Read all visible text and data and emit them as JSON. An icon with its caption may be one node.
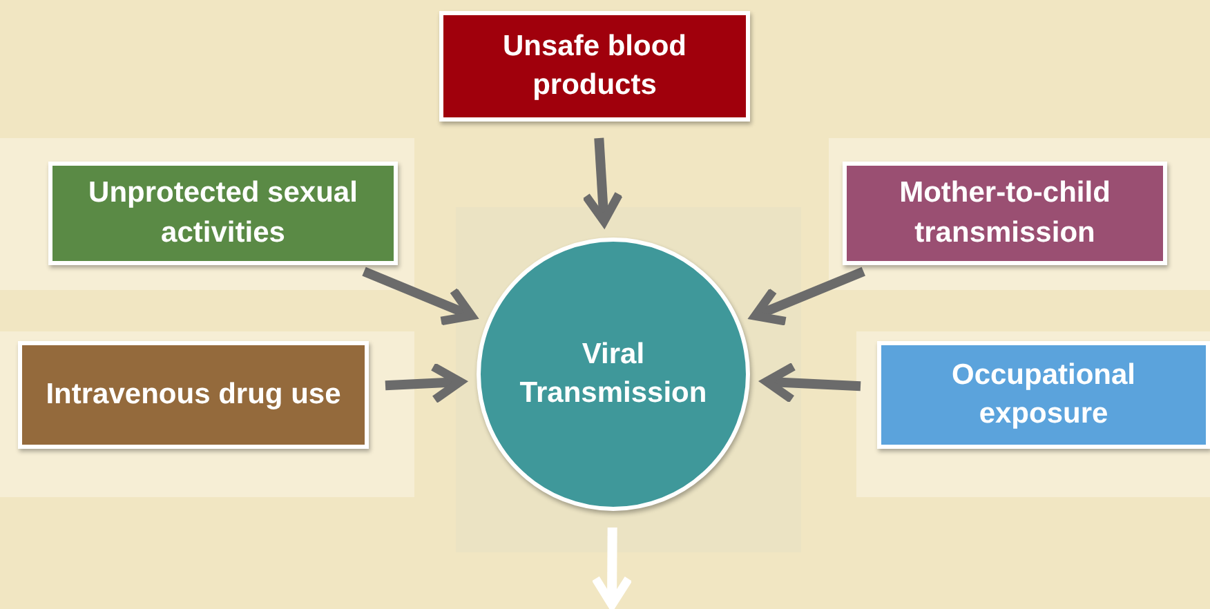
{
  "diagram": {
    "nodes": [
      {
        "text": [
          "Unsafe blood products"
        ]
      },
      {
        "text": [
          "Unprotected sexual activities"
        ]
      },
      {
        "text": [
          "Mother-to-child transmission"
        ]
      },
      {
        "text": [
          "Intravenous drug use"
        ]
      },
      {
        "text": [
          "Occupational exposure"
        ]
      },
      {
        "text": [
          "Viral Transmission"
        ]
      }
    ],
    "edges": [
      {
        "from": 0,
        "to": 5,
        "arrow": "to"
      },
      {
        "from": 1,
        "to": 5,
        "arrow": "to"
      },
      {
        "from": 2,
        "to": 5,
        "arrow": "to"
      },
      {
        "from": 3,
        "to": 5,
        "arrow": "to"
      },
      {
        "from": 4,
        "to": 5,
        "arrow": "to"
      },
      {
        "from": 5,
        "to": null,
        "arrow": "to",
        "color": "#ffffff"
      }
    ]
  }
}
